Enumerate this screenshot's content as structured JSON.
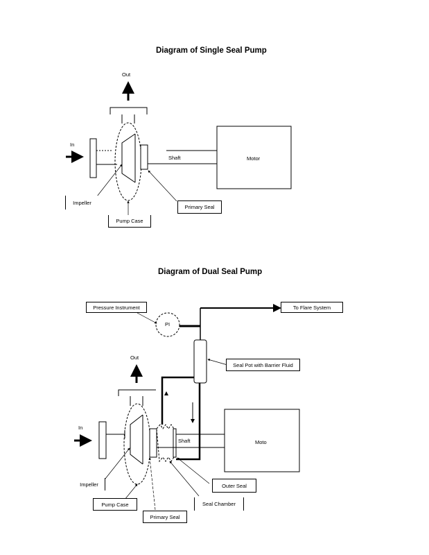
{
  "diagrams": [
    {
      "title": "Diagram of Single Seal Pump",
      "labels": {
        "out": "Out",
        "in": "In",
        "shaft": "Shaft",
        "motor": "Motor"
      },
      "callouts": {
        "impeller": "Impeller",
        "primary_seal": "Primary Seal",
        "pump_case": "Pump Case"
      }
    },
    {
      "title": "Diagram of Dual Seal Pump",
      "labels": {
        "out": "Out",
        "in": "In",
        "shaft": "Shaft",
        "motor": "Moto",
        "pi": "PI"
      },
      "callouts": {
        "pressure_instrument": "Pressure Instrument",
        "to_flare_system": "To Flare System",
        "seal_pot": "Seal Pot with Barrier Fluid",
        "impeller": "Impeller",
        "pump_case": "Pump Case",
        "primary_seal": "Primary Seal",
        "seal_chamber": "Seal Chamber",
        "outer_seal": "Outer Seal"
      }
    }
  ]
}
